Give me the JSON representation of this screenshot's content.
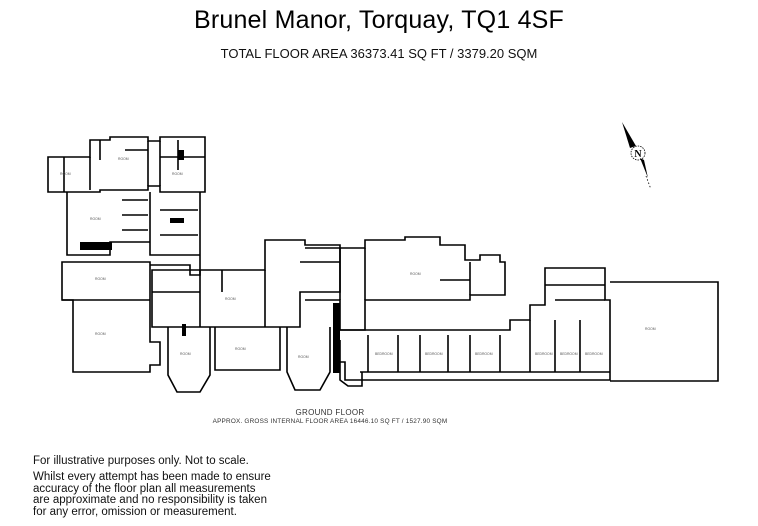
{
  "header": {
    "title": "Brunel Manor, Torquay, TQ1 4SF",
    "total_area": "TOTAL FLOOR AREA 36373.41 SQ FT / 3379.20 SQM"
  },
  "floor": {
    "name": "GROUND FLOOR",
    "area": "APPROX. GROSS INTERNAL FLOOR AREA 16446.10 SQ FT / 1527.90 SQM"
  },
  "compass": {
    "label": "N"
  },
  "disclaimer": {
    "line1": "For illustrative purposes only. Not to scale.",
    "line2": "Whilst every attempt has been made to ensure accuracy of the floor plan all measurements are approximate and no responsibility is taken for any error, omission or measurement."
  },
  "colors": {
    "wall": "#000000",
    "background": "#ffffff",
    "label": "#555555"
  }
}
